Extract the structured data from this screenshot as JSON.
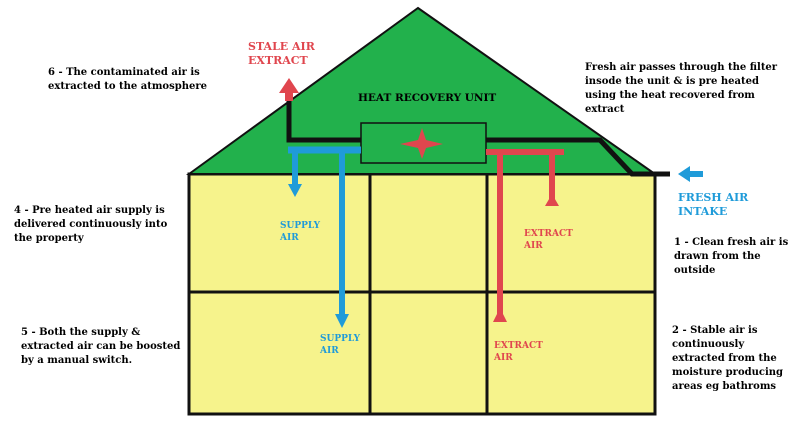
{
  "colors": {
    "roof": "#22b14c",
    "walls": "#f6f38c",
    "supply": "#1f9bd9",
    "extract": "#e0464e",
    "outline": "#111111"
  },
  "title": "HEAT RECOVERY UNIT",
  "labels": {
    "stale_air_line1": "STALE AIR",
    "stale_air_line2": "EXTRACT",
    "fresh_air_line1": "FRESH AIR",
    "fresh_air_line2": "INTAKE",
    "supply_upper_line1": "SUPPLY",
    "supply_upper_line2": "AIR",
    "supply_lower_line1": "SUPPLY",
    "supply_lower_line2": "AIR",
    "extract_upper_line1": "EXTRACT",
    "extract_upper_line2": "AIR",
    "extract_lower_line1": "EXTRACT",
    "extract_lower_line2": "AIR"
  },
  "notes": {
    "n6": "6 - The contaminated air is extracted to the atmosphere",
    "fresh": "Fresh air passes through the filter insode the unit & is pre heated using the heat recovered from extract",
    "n4": "4 - Pre heated air supply is delivered continuously into the property",
    "n1": "1 - Clean fresh air is drawn from the outside",
    "n5": "5 - Both the supply & extracted air can be boosted by a manual switch.",
    "n2": "2 - Stable air is continuously extracted from the moisture producing areas eg bathroms"
  }
}
